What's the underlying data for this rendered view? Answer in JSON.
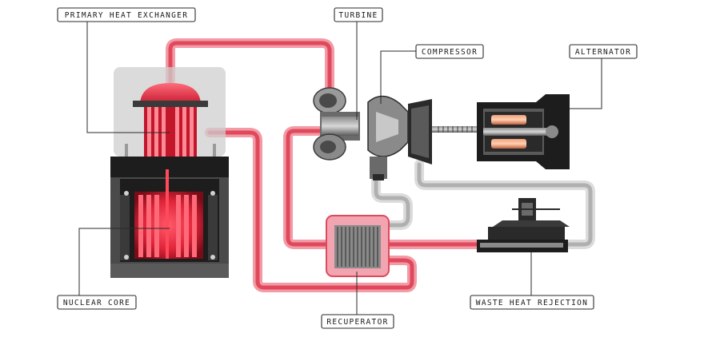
{
  "labels": {
    "primary_heat_exchanger": "PRIMARY HEAT EXCHANGER",
    "turbine": "TURBINE",
    "compressor": "COMPRESSOR",
    "alternator": "ALTERNATOR",
    "nuclear_core": "NUCLEAR CORE",
    "waste_heat_rejection": "WASTE HEAT REJECTION",
    "recuperator": "RECUPERATOR"
  },
  "colors": {
    "hot_loop": "#e0495c",
    "hot_loop_light": "#f29aa6",
    "cool_loop": "#b9b9b9",
    "cool_loop_light": "#dcdcdc",
    "core_glow": "#ff2a40",
    "housing_dark": "#1d1d1d",
    "housing_mid": "#4a4a4a",
    "vessel_light": "#cfcfcf"
  }
}
